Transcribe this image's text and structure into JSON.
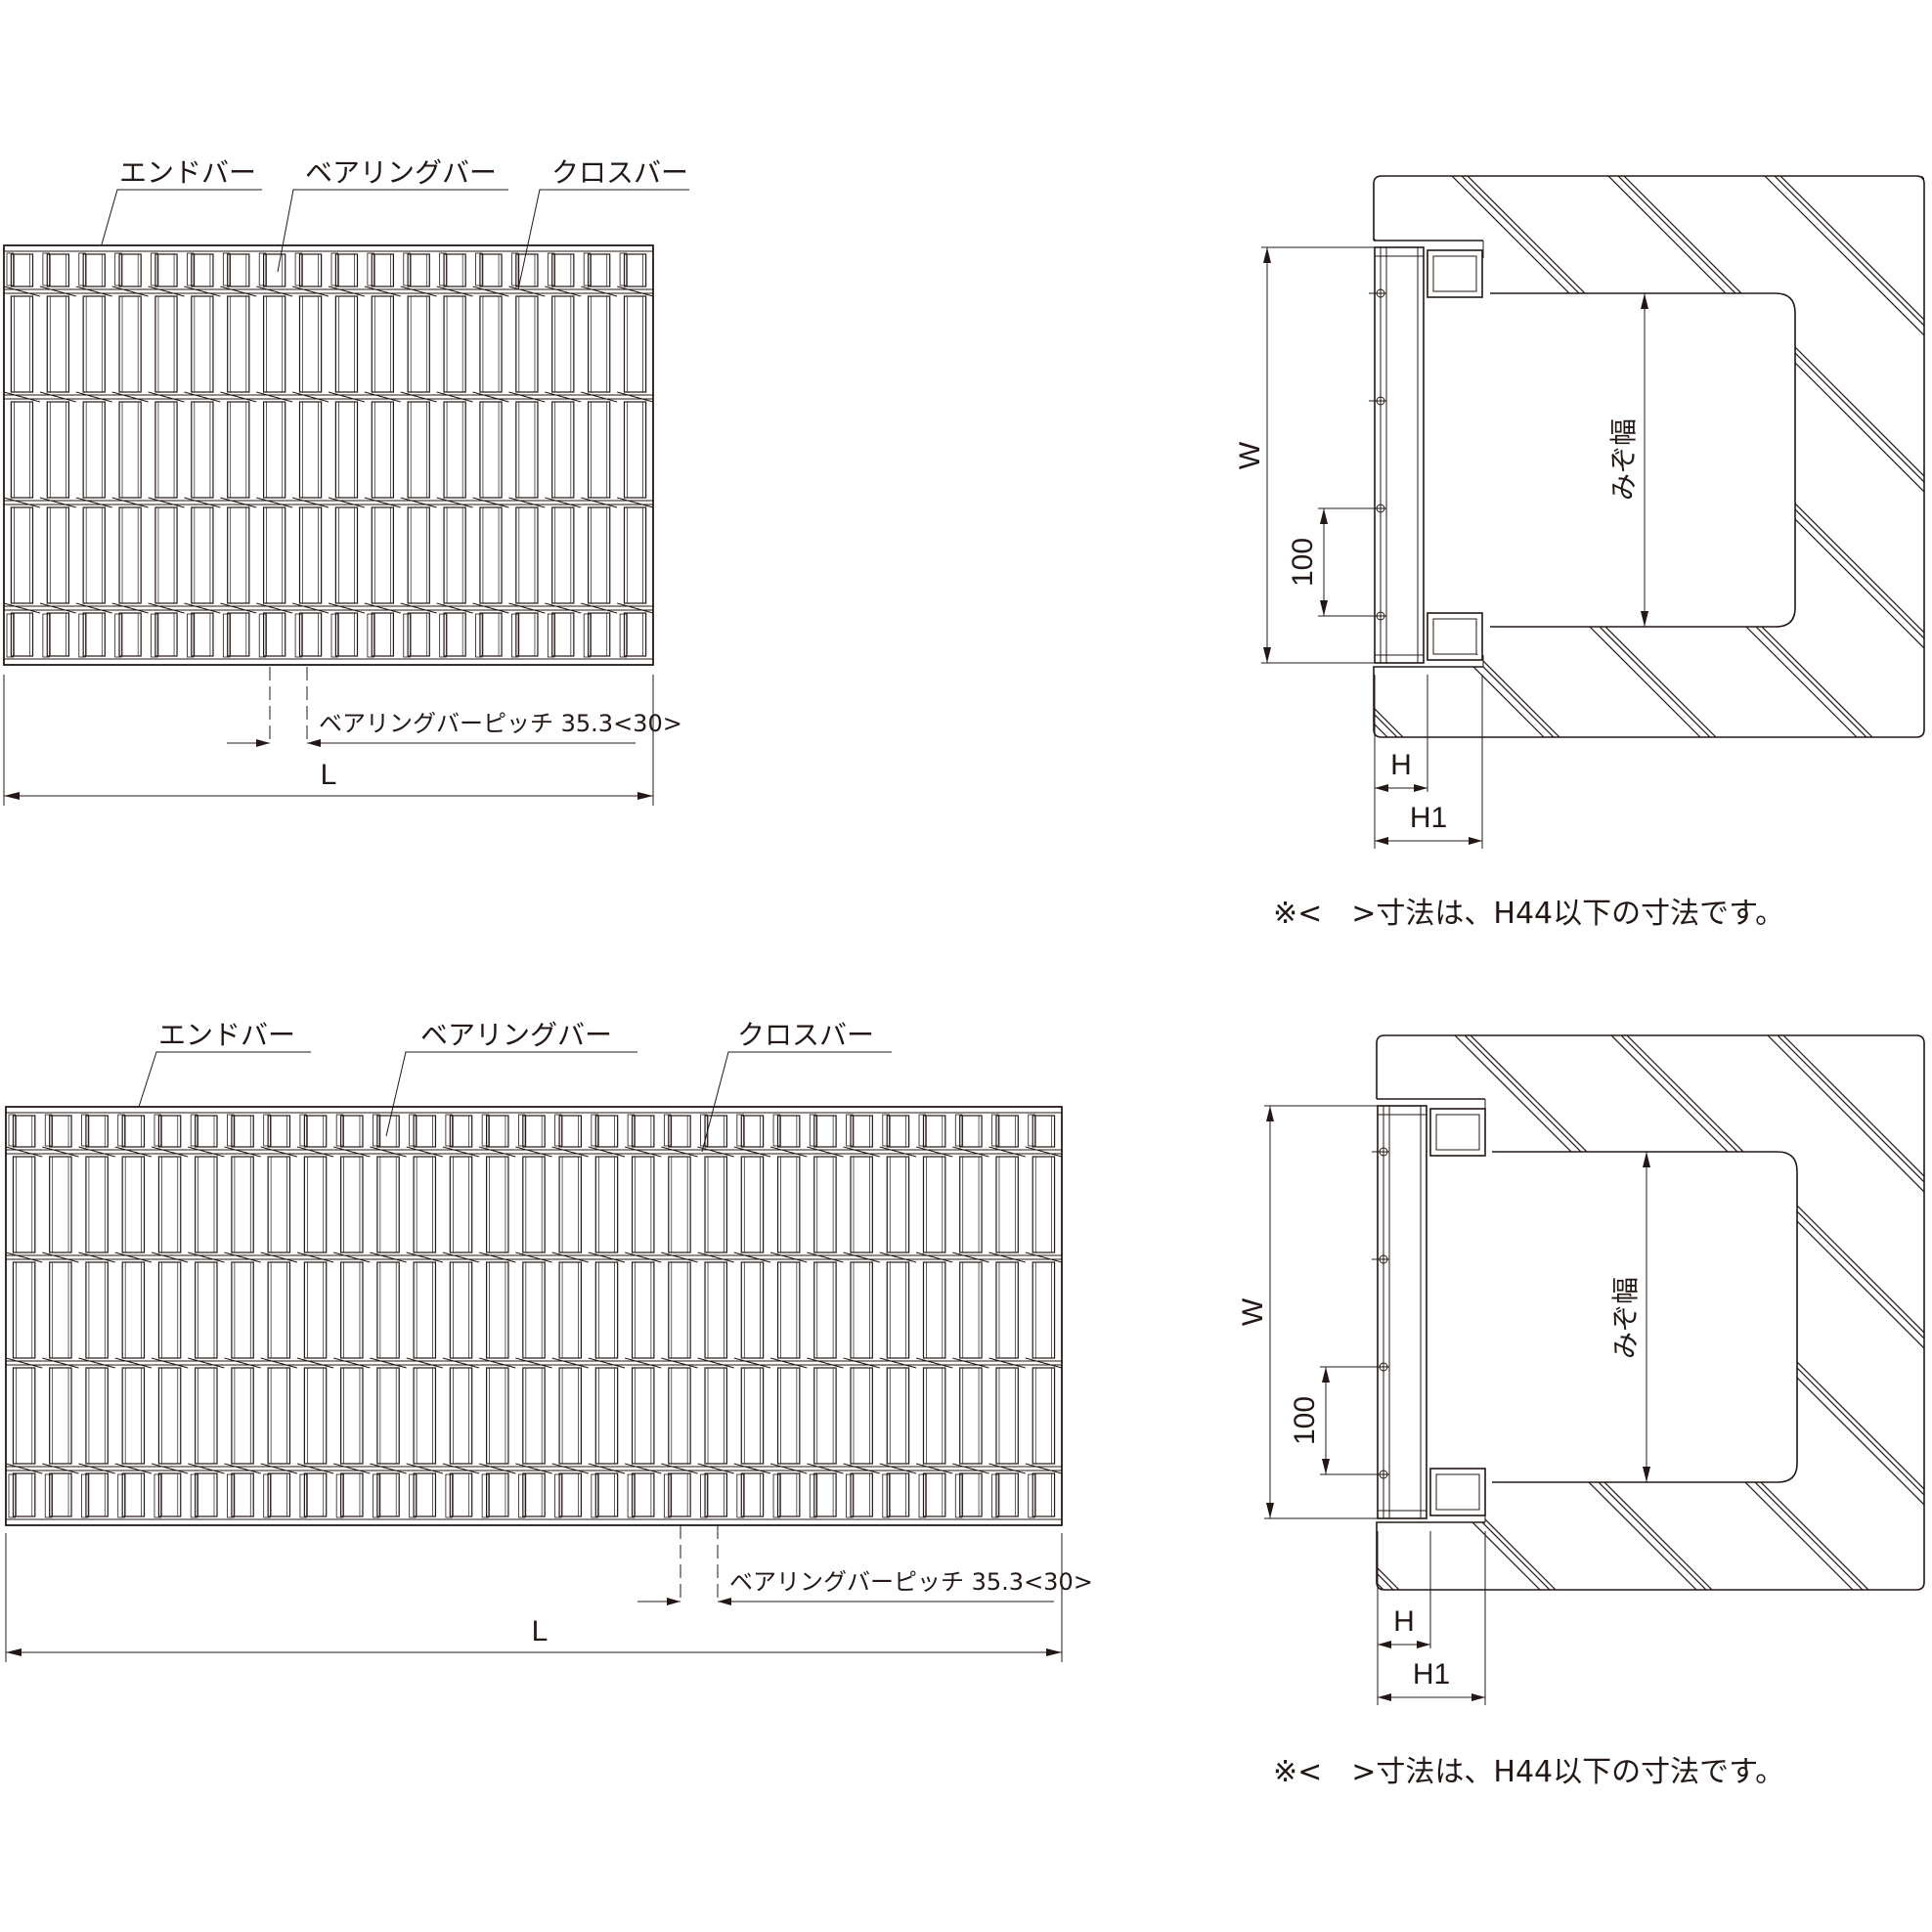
{
  "drawings": [
    {
      "labels": {
        "end_bar": "エンドバー",
        "bearing_bar": "ベアリングバー",
        "cross_bar": "クロスバー"
      },
      "pitch_label": "ベアリングバーピッチ 35.3<30>",
      "length_label": "L"
    },
    {
      "labels": {
        "end_bar": "エンドバー",
        "bearing_bar": "ベアリングバー",
        "cross_bar": "クロスバー"
      },
      "pitch_label": "ベアリングバーピッチ 35.3<30>",
      "length_label": "L"
    }
  ],
  "sections": [
    {
      "w_label": "W",
      "spacing_label": "100",
      "width_label": "みぞ幅",
      "h_label": "H",
      "h1_label": "H1",
      "note": "※<　>寸法は、H44以下の寸法です。"
    },
    {
      "w_label": "W",
      "spacing_label": "100",
      "width_label": "みぞ幅",
      "h_label": "H",
      "h1_label": "H1",
      "note": "※<　>寸法は、H44以下の寸法です。"
    }
  ]
}
